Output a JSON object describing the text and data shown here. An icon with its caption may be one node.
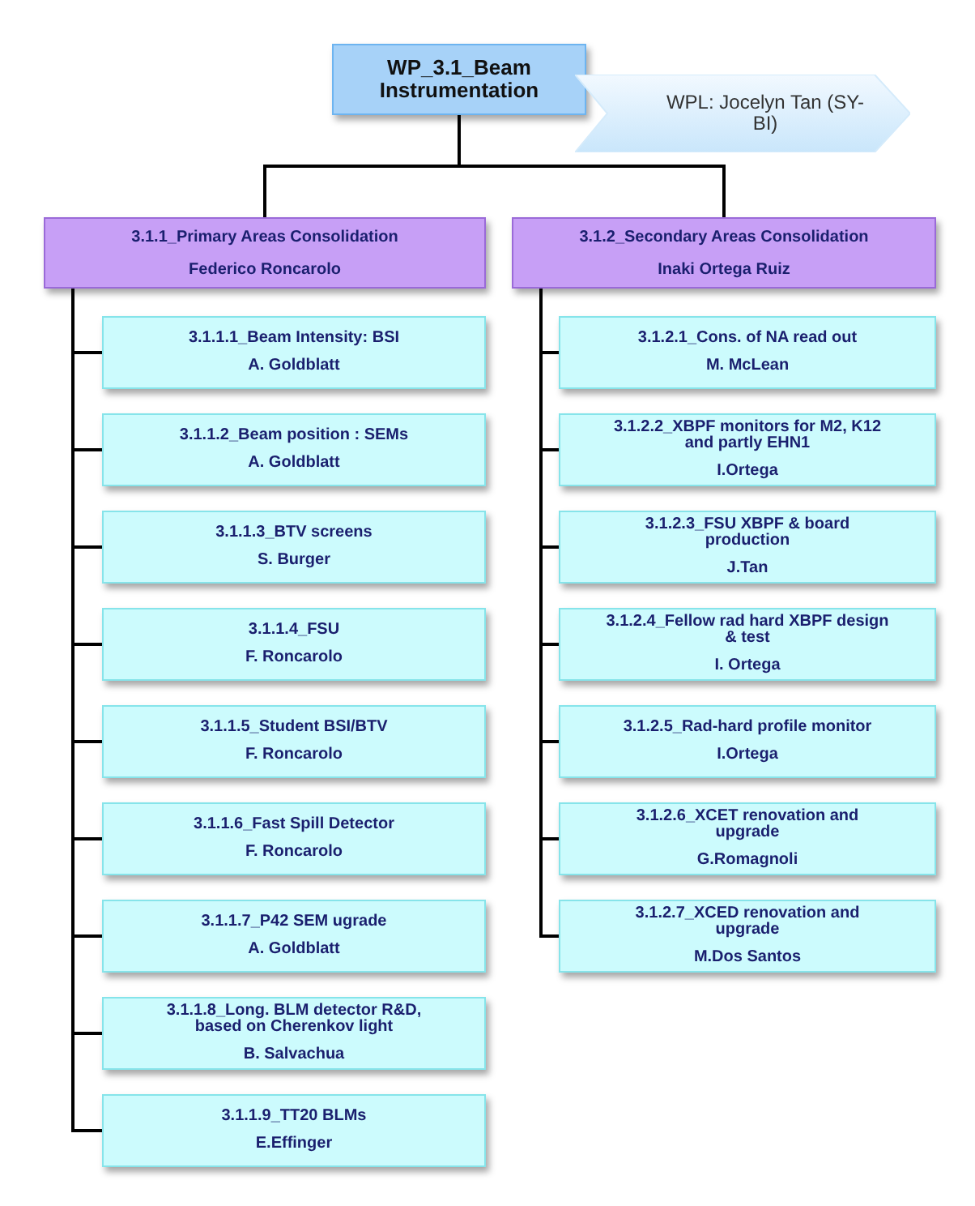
{
  "diagram": {
    "nodes": [
      {
        "text": [
          "WP_3.1_Beam Instrumentation"
        ]
      },
      {
        "text": [
          "WPL: Jocelyn Tan (SY-BI)"
        ]
      },
      {
        "text": [
          "3.1.1_Primary Areas Consolidation",
          "Federico Roncarolo"
        ]
      },
      {
        "text": [
          "3.1.2_Secondary Areas Consolidation",
          "Inaki Ortega Ruiz"
        ]
      },
      {
        "text": [
          "3.1.1.1_Beam Intensity: BSI",
          "A. Goldblatt"
        ]
      },
      {
        "text": [
          "3.1.1.2_Beam position : SEMs",
          "A. Goldblatt"
        ]
      },
      {
        "text": [
          "3.1.1.3_BTV screens",
          "S. Burger"
        ]
      },
      {
        "text": [
          "3.1.1.4_FSU",
          "F. Roncarolo"
        ]
      },
      {
        "text": [
          "3.1.1.5_Student BSI/BTV",
          "F. Roncarolo"
        ]
      },
      {
        "text": [
          "3.1.1.6_Fast Spill Detector",
          "F. Roncarolo"
        ]
      },
      {
        "text": [
          "3.1.1.7_P42 SEM ugrade",
          "A. Goldblatt"
        ]
      },
      {
        "text": [
          "3.1.1.8_Long. BLM detector R&D, based on Cherenkov light",
          "B. Salvachua"
        ]
      },
      {
        "text": [
          "3.1.1.9_TT20 BLMs",
          "E.Effinger"
        ]
      },
      {
        "text": [
          "3.1.2.1_Cons. of NA read out",
          "M. McLean"
        ]
      },
      {
        "text": [
          "3.1.2.2_XBPF monitors for M2, K12 and partly EHN1",
          "I.Ortega"
        ]
      },
      {
        "text": [
          "3.1.2.3_FSU XBPF & board production",
          "J.Tan"
        ]
      },
      {
        "text": [
          "3.1.2.4_Fellow rad hard XBPF design & test",
          "I. Ortega"
        ]
      },
      {
        "text": [
          "3.1.2.5_Rad-hard profile monitor",
          "I.Ortega"
        ]
      },
      {
        "text": [
          "3.1.2.6_XCET renovation and upgrade",
          "G.Romagnoli"
        ]
      },
      {
        "text": [
          "3.1.2.7_XCED renovation and upgrade",
          "M.Dos Santos"
        ]
      }
    ],
    "edges": [
      {
        "from": 0,
        "to": 2,
        "arrow": "none"
      },
      {
        "from": 0,
        "to": 3,
        "arrow": "none"
      },
      {
        "from": 2,
        "to": 4,
        "arrow": "none"
      },
      {
        "from": 2,
        "to": 5,
        "arrow": "none"
      },
      {
        "from": 2,
        "to": 6,
        "arrow": "none"
      },
      {
        "from": 2,
        "to": 7,
        "arrow": "none"
      },
      {
        "from": 2,
        "to": 8,
        "arrow": "none"
      },
      {
        "from": 2,
        "to": 9,
        "arrow": "none"
      },
      {
        "from": 2,
        "to": 10,
        "arrow": "none"
      },
      {
        "from": 2,
        "to": 11,
        "arrow": "none"
      },
      {
        "from": 2,
        "to": 12,
        "arrow": "none"
      },
      {
        "from": 3,
        "to": 13,
        "arrow": "none"
      },
      {
        "from": 3,
        "to": 14,
        "arrow": "none"
      },
      {
        "from": 3,
        "to": 15,
        "arrow": "none"
      },
      {
        "from": 3,
        "to": 16,
        "arrow": "none"
      },
      {
        "from": 3,
        "to": 17,
        "arrow": "none"
      },
      {
        "from": 3,
        "to": 18,
        "arrow": "none"
      },
      {
        "from": 3,
        "to": 19,
        "arrow": "none"
      }
    ]
  }
}
